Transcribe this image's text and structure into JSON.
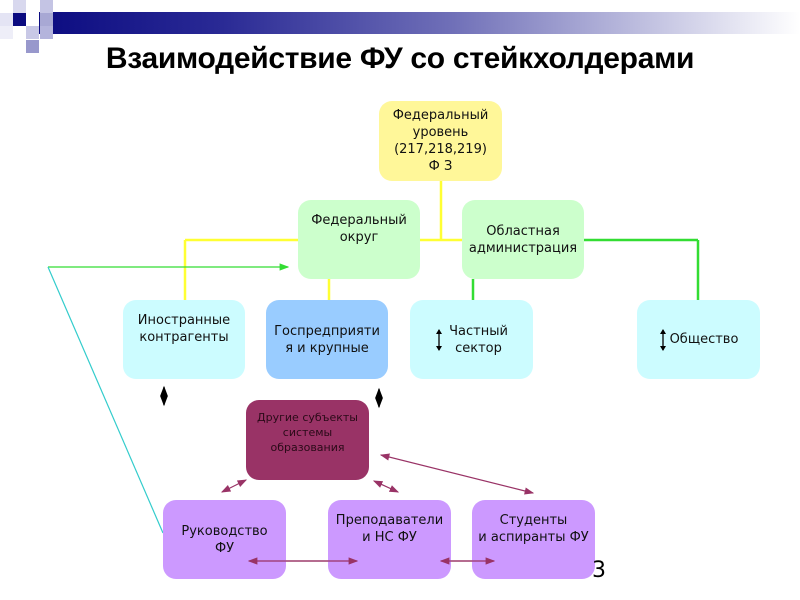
{
  "slide": {
    "title": "Взаимодействие ФУ со стейкхолдерами",
    "page_number": "3"
  },
  "colors": {
    "header_gradient_start": "#0a0a80",
    "yellow_box": "#fff799",
    "green_box": "#ccffcc",
    "cyan_box": "#ccfcff",
    "blue_box": "#99ccff",
    "maroon_box": "#993366",
    "purple_box": "#cc99ff",
    "yellow_line": "#ffff33",
    "green_line": "#33dd33",
    "cyan_line": "#33cccc",
    "maroon_arrow": "#993366"
  },
  "nodes": {
    "federal_level": "Федеральный\nуровень\n(217,218,219)\nФ З",
    "federal_district": "Федеральный\nокруг",
    "regional_admin": "Областная\nадминистрация",
    "foreign_partners": "Иностранные\nконтрагенты",
    "state_enterprises": "Госпредприяти\nя и крупные",
    "private_sector": "Частный\nсектор",
    "society": "Общество",
    "other_education": "Другие субъекты\nсистемы\nобразования",
    "fu_management": "Руководство\nФУ",
    "teachers": "Преподаватели\nи НС ФУ",
    "students": "Студенты\nи аспиранты ФУ"
  }
}
